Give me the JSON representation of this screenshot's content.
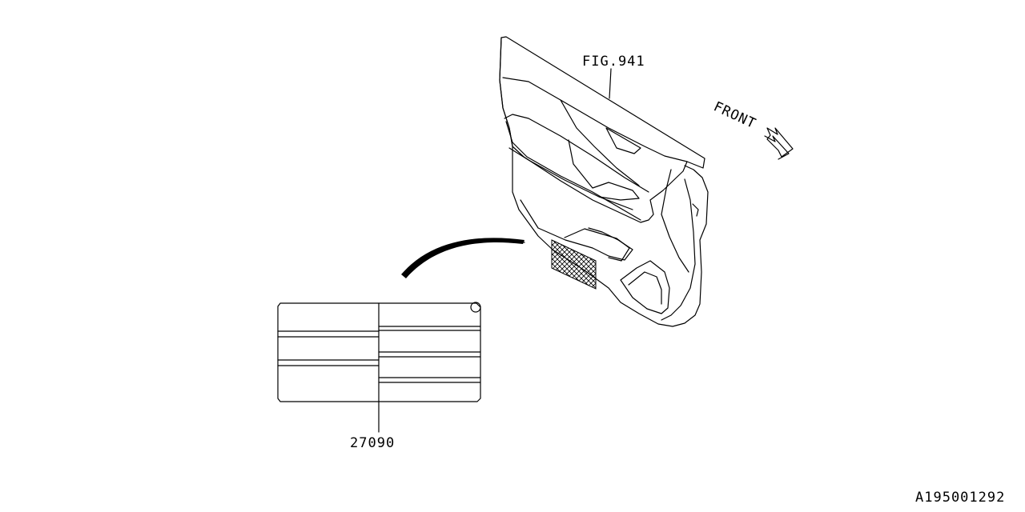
{
  "labels": {
    "fig_ref": "FIG.941",
    "front": "FRONT",
    "part_number": "27090",
    "diagram_code": "A195001292"
  },
  "colors": {
    "line": "#000000",
    "background": "#ffffff"
  },
  "icons": {
    "front_arrow": "double-outline-arrow-icon"
  }
}
